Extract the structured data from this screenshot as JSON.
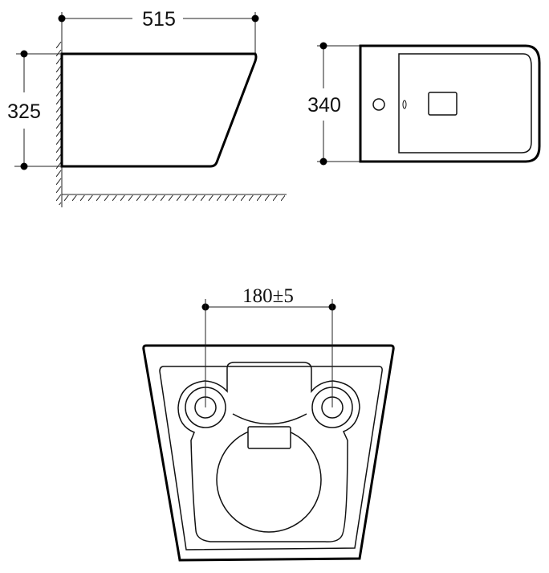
{
  "side_view": {
    "width_label": "515",
    "height_label": "325"
  },
  "top_view": {
    "width_label": "340"
  },
  "rear_view": {
    "bolt_spacing_label": "180±5"
  },
  "colors": {
    "line": "#111111",
    "background": "#ffffff"
  }
}
